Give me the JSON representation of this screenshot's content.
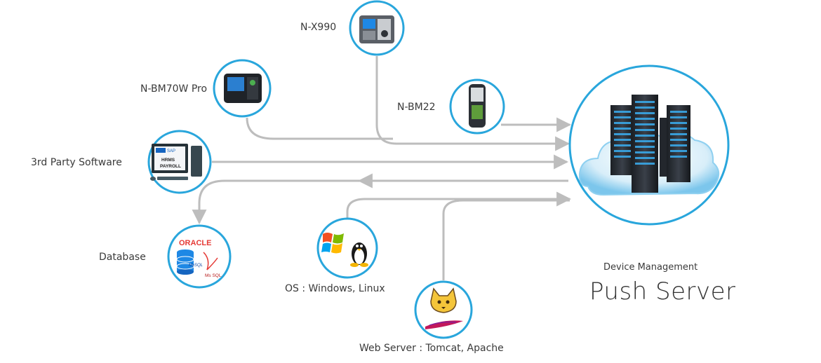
{
  "nodes": {
    "nx990": {
      "label": "N-X990"
    },
    "nbm70w": {
      "label": "N-BM70W Pro"
    },
    "nbm22": {
      "label": "N-BM22"
    },
    "thirdparty": {
      "label": "3rd Party Software",
      "screen_brand": "SAP",
      "screen_lines": [
        "HRMS",
        "PAYROLL"
      ]
    },
    "database": {
      "label": "Database",
      "logo_oracle": "ORACLE",
      "logo_mysql": "MySQL",
      "logo_mssql": "Ms SQL"
    },
    "os": {
      "label": "OS : Windows, Linux"
    },
    "webserver": {
      "label": "Web Server : Tomcat, Apache"
    },
    "server": {
      "subtitle": "Device Management",
      "title": "Push Server"
    }
  },
  "colors": {
    "ring": "#29a6dc",
    "connector": "#bdbdbd",
    "cloud": "#9fd6f2",
    "rack": "#2a2f36",
    "led": "#3aa7e6"
  },
  "icons": [
    "fingerprint-terminal-icon",
    "computer-icon",
    "database-icon",
    "windows-icon",
    "linux-icon",
    "tomcat-icon",
    "apache-feather-icon",
    "server-rack-icon",
    "cloud-icon"
  ]
}
